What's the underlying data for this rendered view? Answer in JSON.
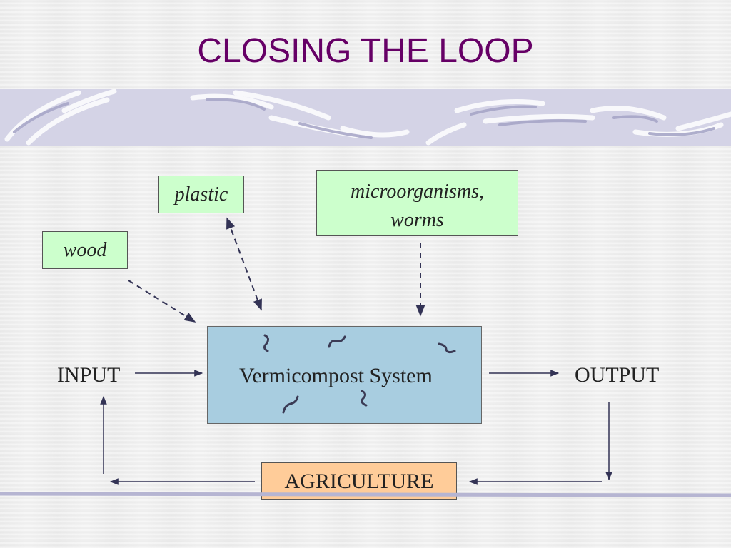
{
  "title": "CLOSING THE LOOP",
  "nodes": {
    "plastic": "plastic",
    "wood": "wood",
    "microorganisms_line1": "microorganisms,",
    "microorganisms_line2": "worms",
    "system": "Vermicompost System",
    "input": "INPUT",
    "output": "OUTPUT",
    "agriculture": "AGRICULTURE"
  },
  "colors": {
    "title": "#660066",
    "source_box": "#ccffcc",
    "system_box": "#a8cde0",
    "agriculture_box": "#ffcc99",
    "band": "#d4d3e6",
    "arrow": "#333355"
  }
}
